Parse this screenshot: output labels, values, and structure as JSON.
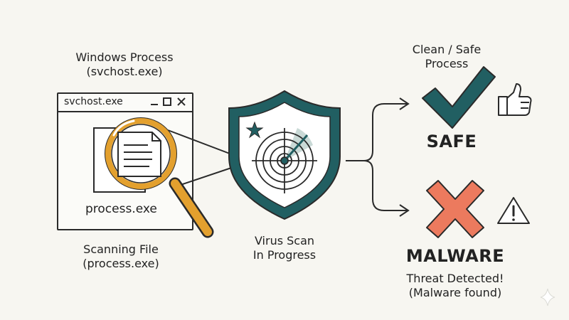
{
  "left": {
    "caption_line1": "Windows Process",
    "caption_line2": "(svchost.exe)",
    "window_title": "svchost.exe",
    "file_label": "process.exe",
    "scan_caption_line1": "Scanning File",
    "scan_caption_line2": "(process.exe)"
  },
  "center": {
    "caption_line1": "Virus Scan",
    "caption_line2": "In Progress"
  },
  "right": {
    "safe_caption_line1": "Clean / Safe",
    "safe_caption_line2": "Process",
    "safe_label": "SAFE",
    "malware_label": "MALWARE",
    "malware_caption_line1": "Threat Detected!",
    "malware_caption_line2": "(Malware found)"
  },
  "colors": {
    "shield_teal": "#215f62",
    "check_teal": "#215f62",
    "cross_coral": "#ec7a5e",
    "magnifier_gold": "#e3a02e",
    "outline": "#2a2a2a"
  }
}
